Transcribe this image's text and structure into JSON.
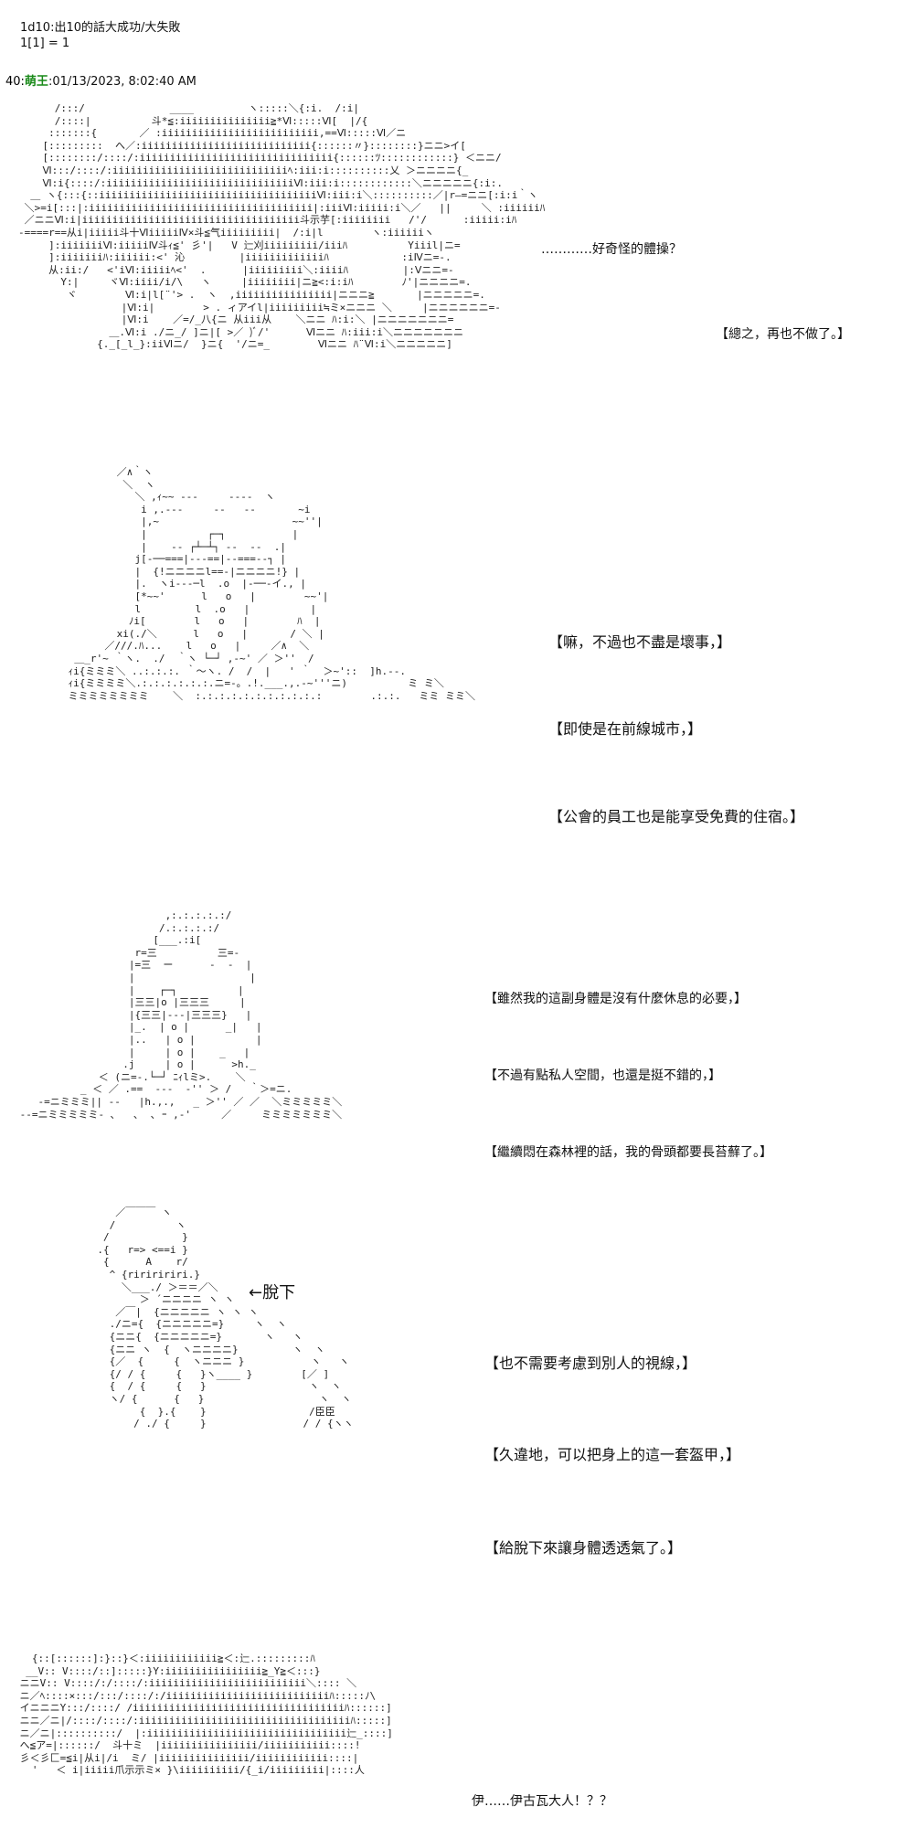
{
  "header": {
    "line1": "1d10:出10的話大成功/大失敗",
    "line2": "1[1] = 1"
  },
  "post": {
    "number": "40:",
    "name": "萌王",
    "timestamp": ":01/13/2023, 8:02:40 AM"
  },
  "panel1": {
    "thought": "…………好奇怪的體操？",
    "line": "【總之，再也不做了。】"
  },
  "panel2": {
    "lines": [
      "【嘛，不過也不盡是壞事，】",
      "【即使是在前線城市，】",
      "【公會的員工也是能享受免費的住宿。】"
    ]
  },
  "panel3": {
    "lines": [
      "【雖然我的這副身體是沒有什麼休息的必要，】",
      "【不過有點私人空間，也還是挺不錯的，】",
      "【繼續悶在森林裡的話，我的骨頭都要長苔蘚了。】"
    ]
  },
  "panel4": {
    "arrow_label": "←脫下",
    "lines": [
      "【也不需要考慮到別人的視線，】",
      "【久違地，可以把身上的這一套盔甲，】",
      "【給脫下來讓身體透透氣了。】"
    ]
  },
  "panel5": {
    "line": "伊……伊古瓦大人！？？"
  }
}
